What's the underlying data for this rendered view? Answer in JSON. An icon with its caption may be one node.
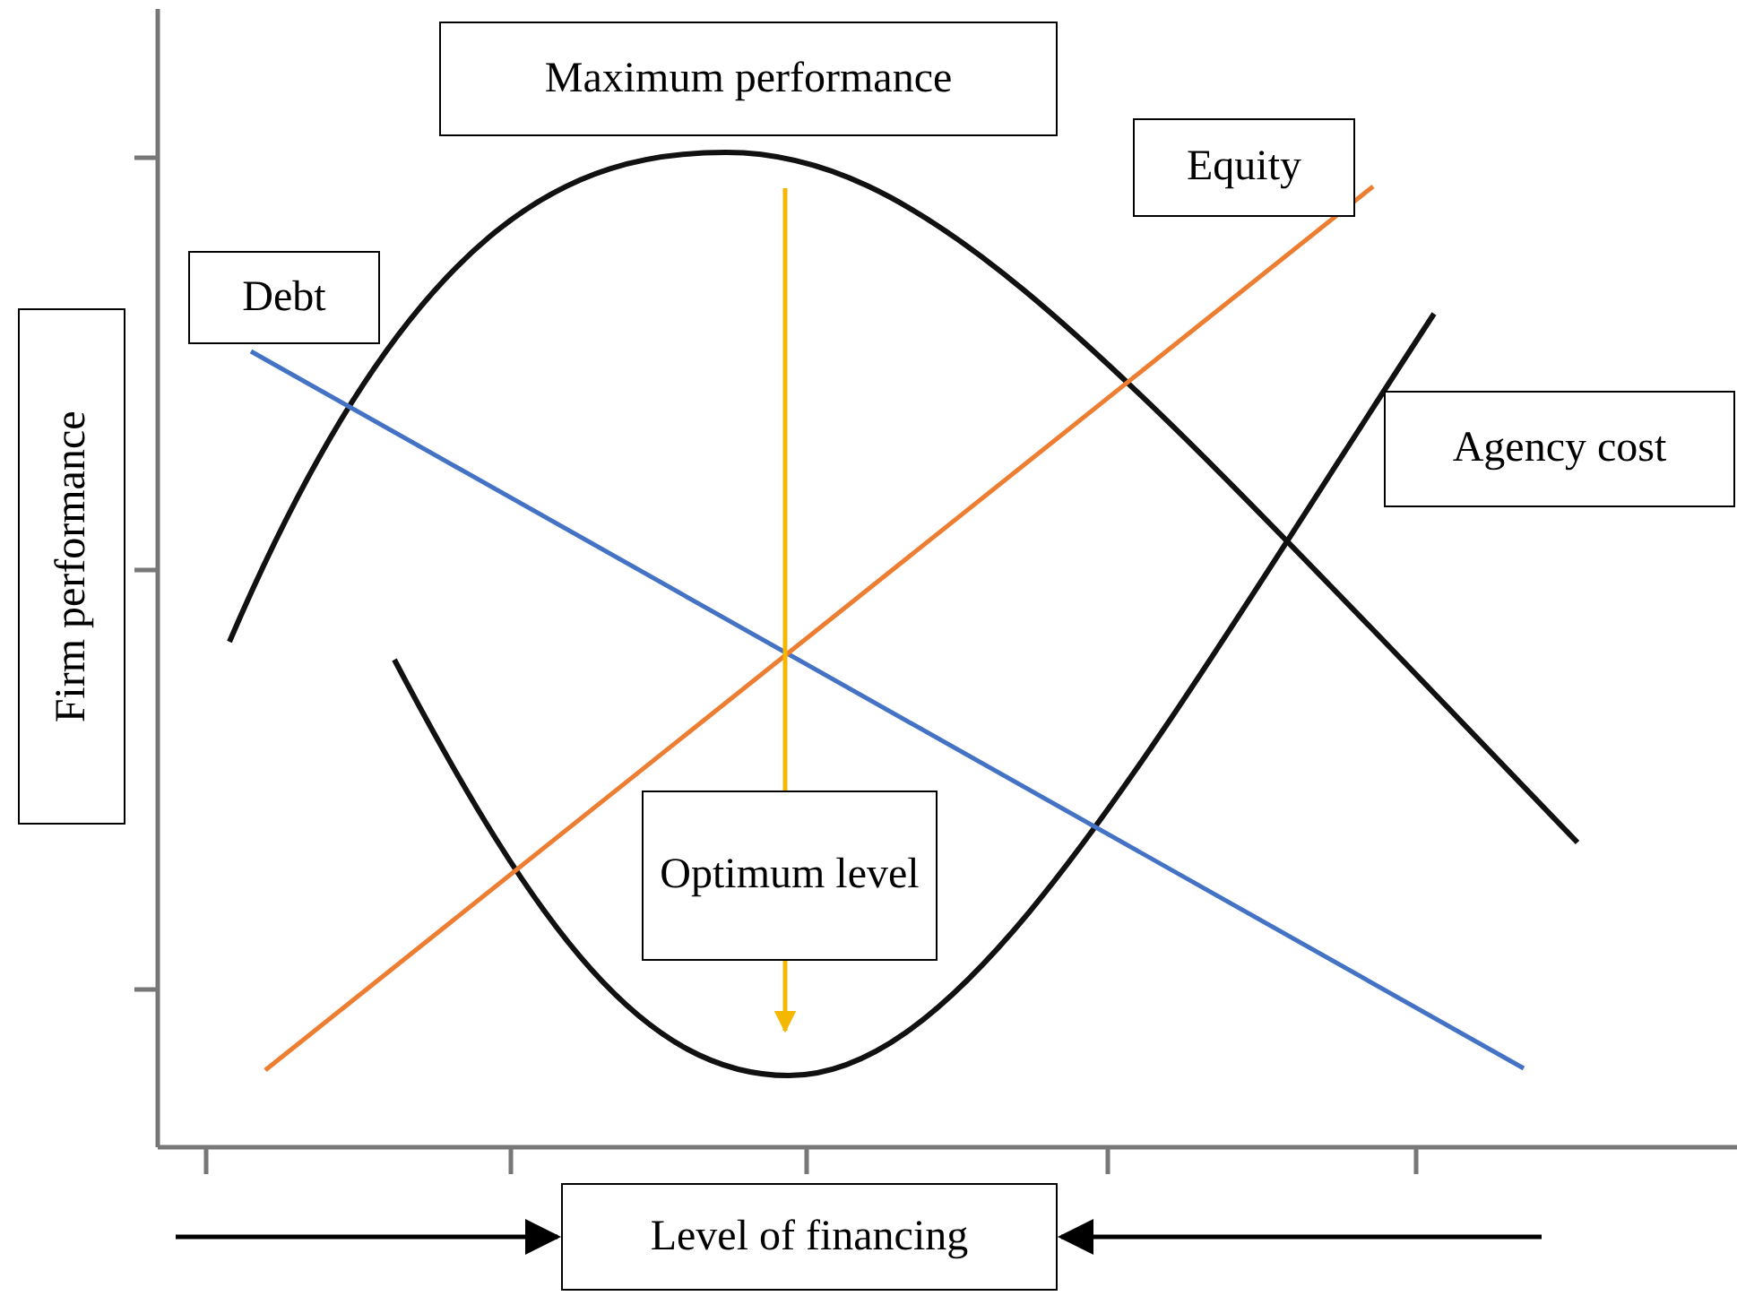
{
  "diagram": {
    "nodes": [
      {
        "text": [
          "Maximum performance"
        ]
      },
      {
        "text": [
          "Equity"
        ]
      },
      {
        "text": [
          "Debt"
        ]
      },
      {
        "text": [
          "Agency cost"
        ]
      },
      {
        "text": [
          "Firm performance"
        ]
      },
      {
        "text": [
          "Optimum level"
        ]
      },
      {
        "text": [
          "Level of financing"
        ]
      }
    ],
    "edges": [
      {
        "from": null,
        "to": 6,
        "arrow": "to"
      },
      {
        "from": null,
        "to": 6,
        "arrow": "to"
      }
    ]
  }
}
